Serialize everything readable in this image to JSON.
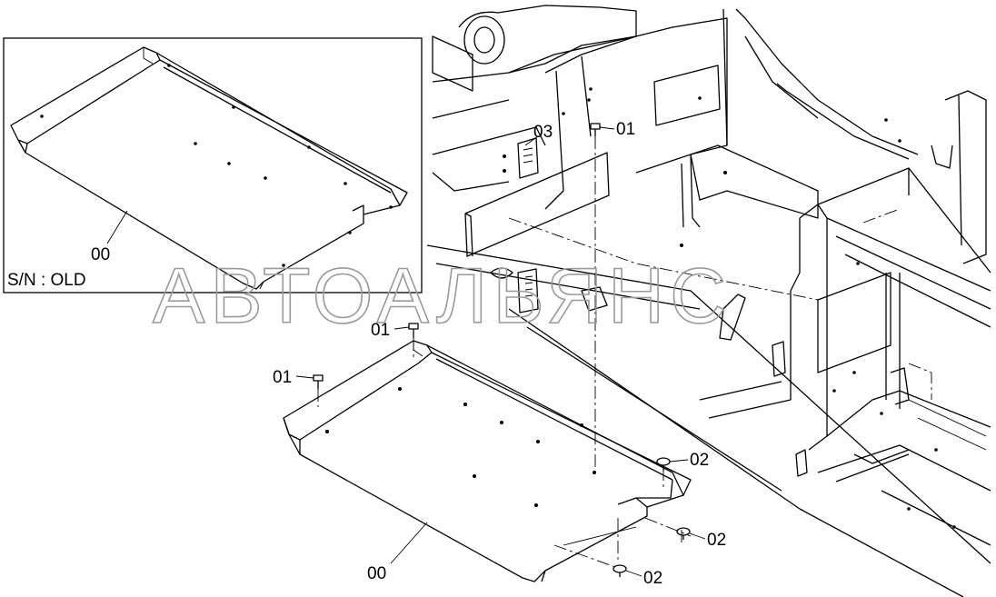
{
  "watermark": {
    "text": "АВТОАЛЬЯНС"
  },
  "inset": {
    "serial_label": "S/N : OLD",
    "part_callout": "00"
  },
  "callouts": {
    "upper_03": "03",
    "upper_01": "01",
    "mid_01": "01",
    "left_01": "01",
    "right_02": "02",
    "lower_02": "02",
    "bottom_02": "02",
    "part_00": "00"
  }
}
